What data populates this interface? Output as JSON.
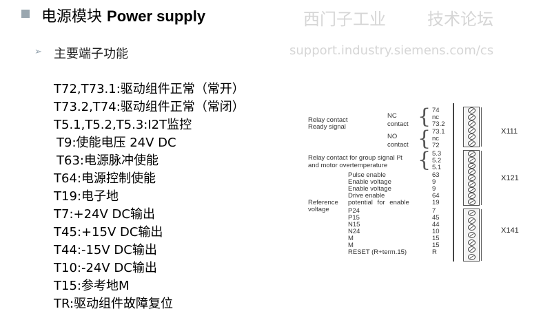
{
  "title": {
    "cn": "电源模块",
    "en": "Power supply"
  },
  "subtitle": "主要端子功能",
  "terminals": [
    "T72,T73.1:驱动组件正常（常开）",
    "T73.2,T74:驱动组件正常（常闭）",
    "T5.1,T5.2,T5.3:I2T监控",
    "T9:使能电压 24V DC",
    "T63:电源脉冲使能",
    "T64:电源控制使能",
    "T19:电子地",
    "T7:+24V DC输出",
    "T45:+15V DC输出",
    "T44:-15V DC输出",
    "T10:-24V DC输出",
    "T15:参考地M",
    "TR:驱动组件故障复位"
  ],
  "diagram": {
    "relay_ready": [
      "Relay contact",
      "Ready signal"
    ],
    "nc": [
      "NC",
      "contact"
    ],
    "no": [
      "NO",
      "contact"
    ],
    "group_signal": [
      "Relay contact for group signal I²t",
      "and motor overtemperature"
    ],
    "reference": [
      "Reference",
      "voltage"
    ],
    "functions": [
      "Pulse enable",
      "Enable voltage",
      "Enable voltage",
      "Drive enable",
      "potential   for   enable",
      "P24",
      "P15",
      "N15",
      "N24",
      "M",
      "M",
      "RESET (R+term.15)"
    ],
    "numbers": [
      "74",
      "nc",
      "73.2",
      "73.1",
      "nc",
      "72",
      "5.3",
      "5.2",
      "5.1",
      "63",
      "9",
      "9",
      "64",
      "19",
      "7",
      "45",
      "44",
      "10",
      "15",
      "15",
      "R"
    ],
    "connectors": [
      "X111",
      "X121",
      "X141"
    ]
  },
  "watermark": [
    "西门子工业",
    "技术论坛",
    "support.industry.siemens.com/cs"
  ]
}
